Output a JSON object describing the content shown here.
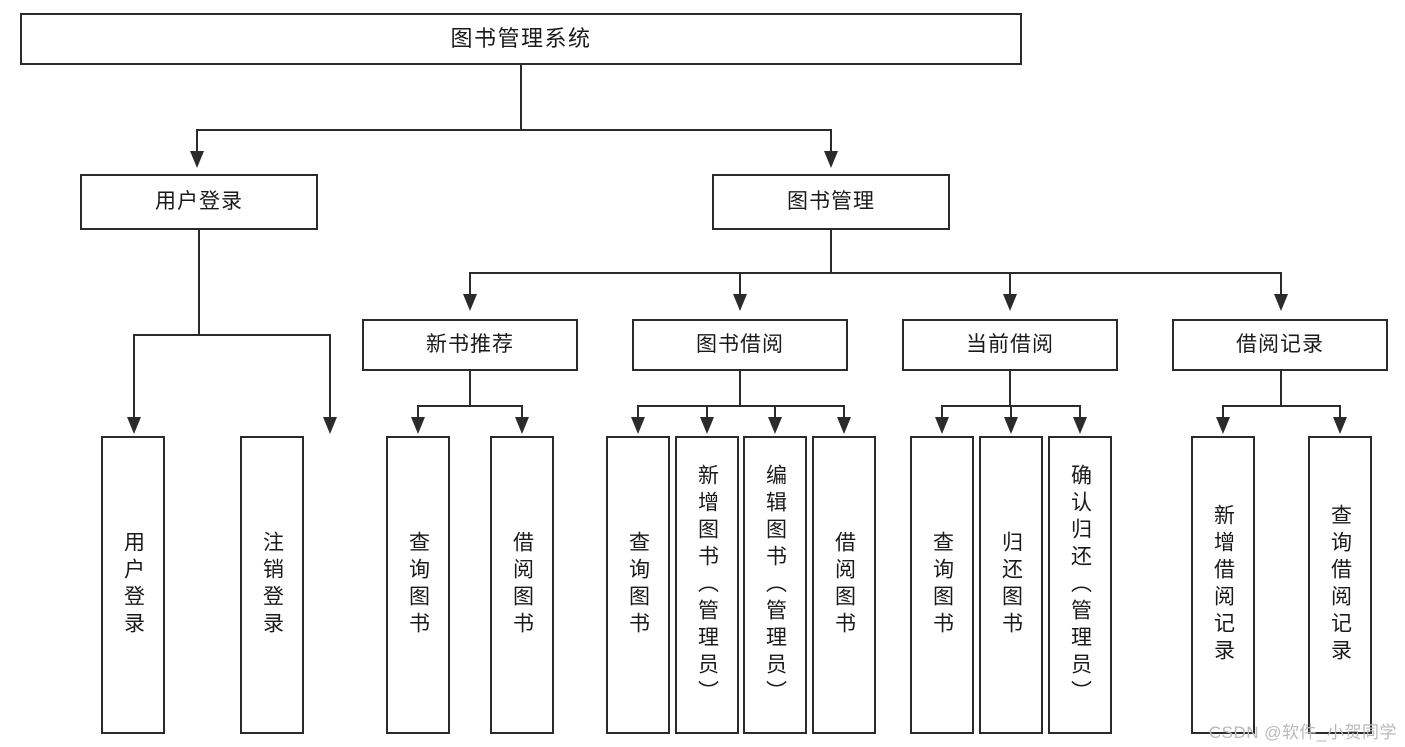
{
  "diagram": {
    "title": "图书管理系统",
    "type": "tree-hierarchy-diagram",
    "watermark": "CSDN @软件_小贺同学",
    "colors": {
      "background": "#ffffff",
      "stroke": "#2b2b2b",
      "text": "#1a1a1a",
      "watermark": "#b9b9b9"
    },
    "root": {
      "label": "图书管理系统"
    },
    "branches": [
      {
        "id": "user-login",
        "label": "用户登录"
      },
      {
        "id": "book-management",
        "label": "图书管理"
      }
    ],
    "sub_branches": [
      {
        "id": "new-book-recommend",
        "label": "新书推荐"
      },
      {
        "id": "book-borrow",
        "label": "图书借阅"
      },
      {
        "id": "current-borrow",
        "label": "当前借阅"
      },
      {
        "id": "borrow-record",
        "label": "借阅记录"
      }
    ],
    "leaves": {
      "user-login": [
        {
          "id": "leaf-user-login",
          "label": "用户登录"
        },
        {
          "id": "leaf-logout",
          "label": "注销登录"
        }
      ],
      "new-book-recommend": [
        {
          "id": "leaf-query-book-1",
          "label": "查询图书"
        },
        {
          "id": "leaf-borrow-book-1",
          "label": "借阅图书"
        }
      ],
      "book-borrow": [
        {
          "id": "leaf-query-book-2",
          "label": "查询图书"
        },
        {
          "id": "leaf-add-book",
          "label": "新增图书（管理员）"
        },
        {
          "id": "leaf-edit-book",
          "label": "编辑图书（管理员）"
        },
        {
          "id": "leaf-borrow-book-2",
          "label": "借阅图书"
        }
      ],
      "current-borrow": [
        {
          "id": "leaf-query-book-3",
          "label": "查询图书"
        },
        {
          "id": "leaf-return-book",
          "label": "归还图书"
        },
        {
          "id": "leaf-confirm-return",
          "label": "确认归还（管理员）"
        }
      ],
      "borrow-record": [
        {
          "id": "leaf-add-record",
          "label": "新增借阅记录"
        },
        {
          "id": "leaf-query-record",
          "label": "查询借阅记录"
        }
      ]
    }
  }
}
